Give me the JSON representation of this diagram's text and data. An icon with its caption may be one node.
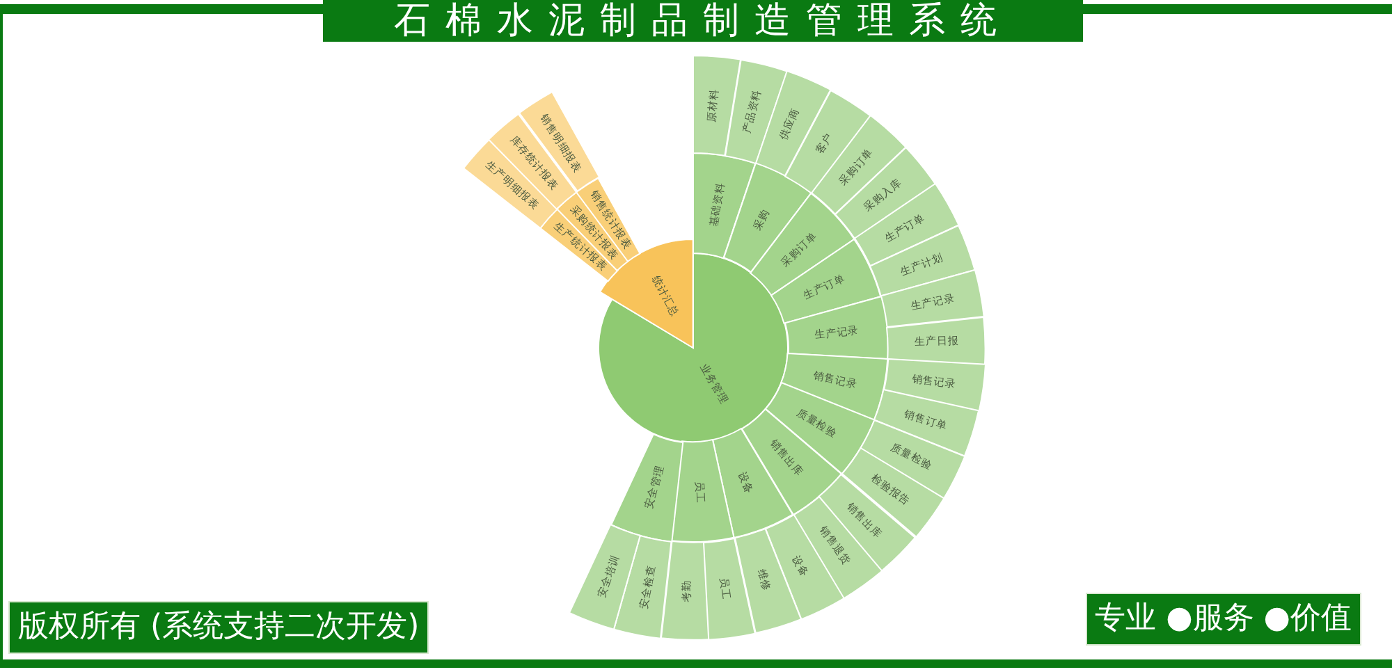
{
  "diagram": {
    "title": "石棉水泥制品制造管理系统",
    "nodes": [
      {
        "text": [
          "业务管理"
        ]
      },
      {
        "text": [
          "基础资料"
        ]
      },
      {
        "text": [
          "采购"
        ]
      },
      {
        "text": [
          "采购订单"
        ]
      },
      {
        "text": [
          "生产订单"
        ]
      },
      {
        "text": [
          "生产记录"
        ]
      },
      {
        "text": [
          "销售记录"
        ]
      },
      {
        "text": [
          "质量检验"
        ]
      },
      {
        "text": [
          "销售出库"
        ]
      },
      {
        "text": [
          "设备"
        ]
      },
      {
        "text": [
          "员工"
        ]
      },
      {
        "text": [
          "安全管理"
        ]
      },
      {
        "text": [
          "原材料"
        ]
      },
      {
        "text": [
          "产品资料"
        ]
      },
      {
        "text": [
          "供应商"
        ]
      },
      {
        "text": [
          "客户"
        ]
      },
      {
        "text": [
          "采购订单"
        ]
      },
      {
        "text": [
          "采购入库"
        ]
      },
      {
        "text": [
          "生产订单"
        ]
      },
      {
        "text": [
          "生产计划"
        ]
      },
      {
        "text": [
          "生产记录"
        ]
      },
      {
        "text": [
          "生产日报"
        ]
      },
      {
        "text": [
          "销售记录"
        ]
      },
      {
        "text": [
          "销售订单"
        ]
      },
      {
        "text": [
          "质量检验"
        ]
      },
      {
        "text": [
          "检验报告"
        ]
      },
      {
        "text": [
          "销售出库"
        ]
      },
      {
        "text": [
          "销售退货"
        ]
      },
      {
        "text": [
          "设备"
        ]
      },
      {
        "text": [
          "维修"
        ]
      },
      {
        "text": [
          "员工"
        ]
      },
      {
        "text": [
          "考勤"
        ]
      },
      {
        "text": [
          "安全检查"
        ]
      },
      {
        "text": [
          "安全培训"
        ]
      },
      {
        "text": [
          "统计汇总"
        ]
      },
      {
        "text": [
          "生产统计报表"
        ]
      },
      {
        "text": [
          "采购统计报表"
        ]
      },
      {
        "text": [
          "销售统计报表"
        ]
      },
      {
        "text": [
          "生产明细报表"
        ]
      },
      {
        "text": [
          "库存统计报表"
        ]
      },
      {
        "text": [
          "销售明细报表"
        ]
      }
    ],
    "labels": [
      "版权所有 (系统支持二次开发)",
      "专业 ●服务 ●价值"
    ]
  }
}
